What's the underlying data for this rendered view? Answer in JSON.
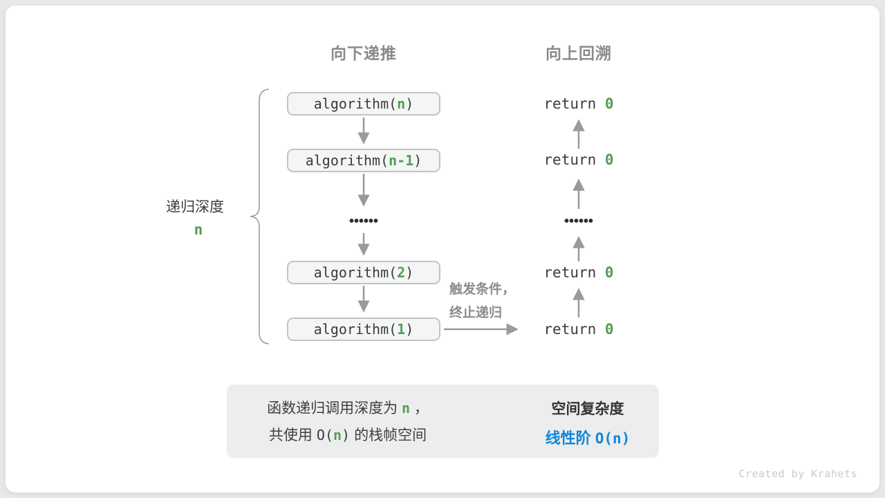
{
  "colors": {
    "accent_green": "#509e53",
    "accent_blue": "#1186d8",
    "box_fill": "#f4f5f5",
    "box_border": "#c2c4c4",
    "arrow_gray": "#999b9b",
    "block_arrow_gray": "#c6c8c8",
    "summary_bg": "#ecedee",
    "title_gray": "#8a8a8a"
  },
  "columns": {
    "down_title": "向下递推",
    "up_title": "向上回溯"
  },
  "depth_label": {
    "text": "递归深度",
    "value": "n"
  },
  "frames": [
    {
      "pre": "algorithm(",
      "arg": "n",
      "post": ")"
    },
    {
      "pre": "algorithm(",
      "arg": "n-1",
      "post": ")"
    },
    {
      "pre": "algorithm(",
      "arg": "2",
      "post": ")"
    },
    {
      "pre": "algorithm(",
      "arg": "1",
      "post": ")"
    }
  ],
  "ellipsis": "••••••",
  "returns": [
    {
      "kw": "return ",
      "val": "0"
    },
    {
      "kw": "return ",
      "val": "0"
    },
    {
      "kw": "return ",
      "val": "0"
    },
    {
      "kw": "return ",
      "val": "0"
    }
  ],
  "base_case_note": {
    "line1": "触发条件，",
    "line2": "终止递归"
  },
  "summary": {
    "line1_pre": "函数递归调用深度为 ",
    "line1_arg": "n",
    "line1_post": " ，",
    "line2_pre": "共使用",
    "line2_code_pre": "O(",
    "line2_arg": "n",
    "line2_code_post": ")",
    "line2_post": "的栈帧空间",
    "result_title": "空间复杂度",
    "result_pre": "线性阶 ",
    "result_code_pre": "O(",
    "result_arg": "n",
    "result_code_post": ")"
  },
  "credit": "Created by Krahets"
}
